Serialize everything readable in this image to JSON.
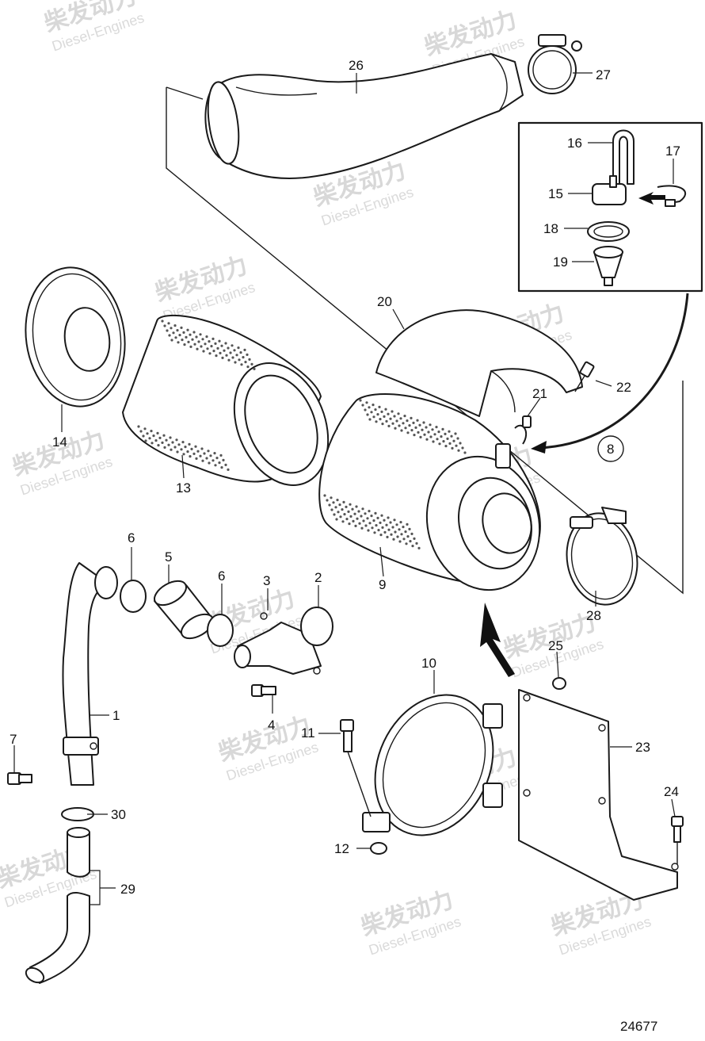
{
  "watermark": {
    "cn": "柴发动力",
    "en": "Diesel-Engines"
  },
  "drawing_number": "24677",
  "callouts": {
    "c1": "1",
    "c2": "2",
    "c3": "3",
    "c4": "4",
    "c5": "5",
    "c6a": "6",
    "c6b": "6",
    "c7": "7",
    "c8": "8",
    "c9": "9",
    "c10": "10",
    "c11": "11",
    "c12": "12",
    "c13": "13",
    "c14": "14",
    "c15": "15",
    "c16": "16",
    "c17": "17",
    "c18": "18",
    "c19": "19",
    "c20": "20",
    "c21": "21",
    "c22": "22",
    "c23": "23",
    "c24": "24",
    "c25": "25",
    "c26": "26",
    "c27": "27",
    "c28": "28",
    "c29": "29",
    "c30": "30"
  }
}
